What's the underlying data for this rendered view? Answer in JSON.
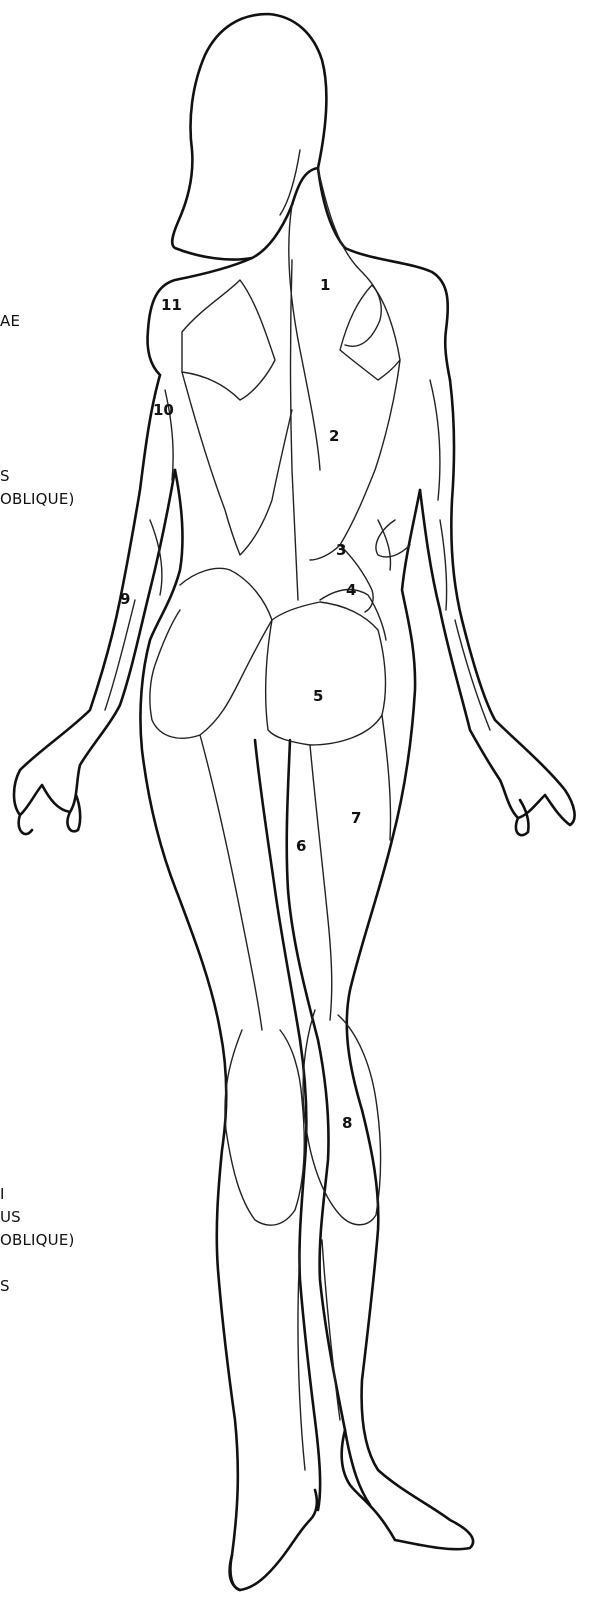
{
  "side_text": [
    "AE",
    "S",
    "OBLIQUE)",
    "I",
    "US",
    " OBLIQUE)",
    "S"
  ],
  "labels": [
    "1",
    "2",
    "3",
    "4",
    "5",
    "6",
    "7",
    "8",
    "9",
    "10",
    "11"
  ]
}
